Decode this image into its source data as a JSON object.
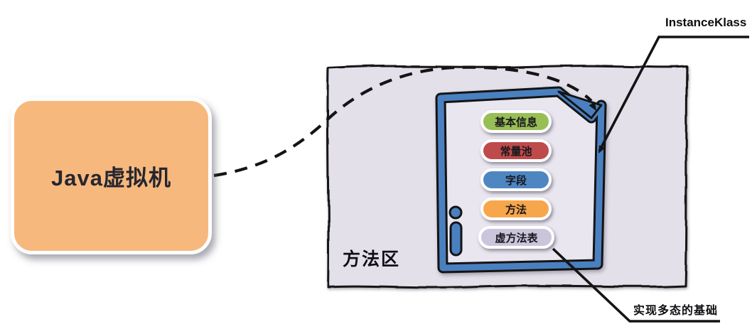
{
  "jvm": {
    "label": "Java虚拟机",
    "fill": "#F7B87E"
  },
  "method_area": {
    "label": "方法区",
    "fill": "#E4E0EA",
    "border": "#141414"
  },
  "document": {
    "frame_color": "#4A80C0",
    "interior": "#E9E6F0",
    "pills": [
      {
        "label": "基本信息",
        "color": "#98BE56"
      },
      {
        "label": "常量池",
        "color": "#BE4A4B"
      },
      {
        "label": "字段",
        "color": "#4E86C1"
      },
      {
        "label": "方法",
        "color": "#F8A64B"
      },
      {
        "label": "虚方法表",
        "color": "#CBC5DC"
      }
    ]
  },
  "annotations": {
    "instance_klass": "InstanceKlass",
    "polymorphism": "实现多态的基础"
  }
}
